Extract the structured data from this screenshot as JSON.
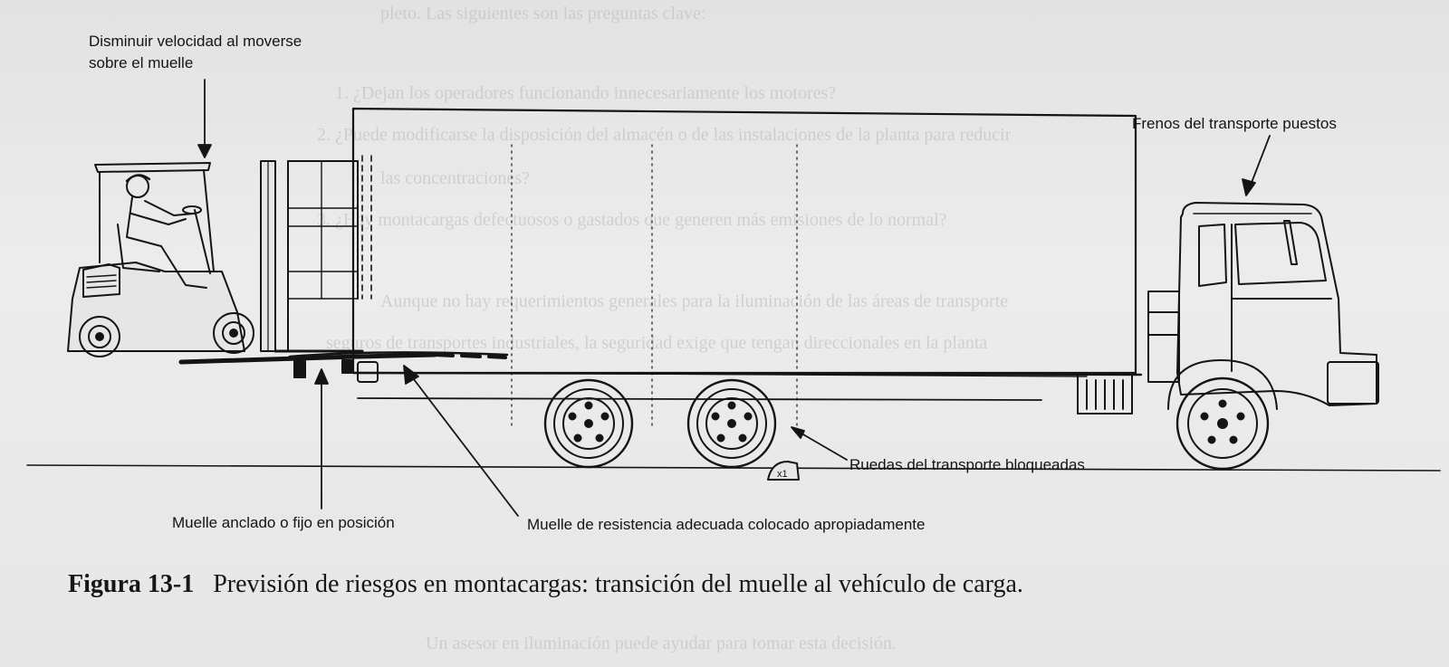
{
  "labels": {
    "slow_down": "Disminuir velocidad al moverse sobre el muelle",
    "brakes": "Frenos del transporte puestos",
    "wheels": "Ruedas del transporte bloqueadas",
    "anchored": "Muelle anclado o fijo en posición",
    "strength": "Muelle de resistencia adecuada colocado apropiadamente"
  },
  "caption": {
    "number": "Figura 13-1",
    "text": "Previsión de riesgos en montacargas: transición del muelle al vehículo de carga."
  },
  "background_text": {
    "line1": "pleto. Las siguientes son las preguntas clave:",
    "line2": "1. ¿Dejan los operadores funcionando innecesariamente los motores?",
    "line3": "2. ¿Puede modificarse la disposición del almacén o de las instalaciones de la planta para reducir",
    "line4": "las concentraciones?",
    "line5": "3. ¿Hay montacargas defectuosos o gastados que generen más emisiones de lo normal?",
    "line6": "Aunque no hay requerimientos generales para la iluminación de las áreas de transporte",
    "line7": "seguros de transportes industriales, la seguridad exige que tengan direccionales en la planta",
    "line8": "Un asesor en iluminación puede ayudar para tomar esta decisión."
  },
  "colors": {
    "ink": "#141414",
    "ghost": "#b9b9b9",
    "paper": "#e9e9e9"
  }
}
